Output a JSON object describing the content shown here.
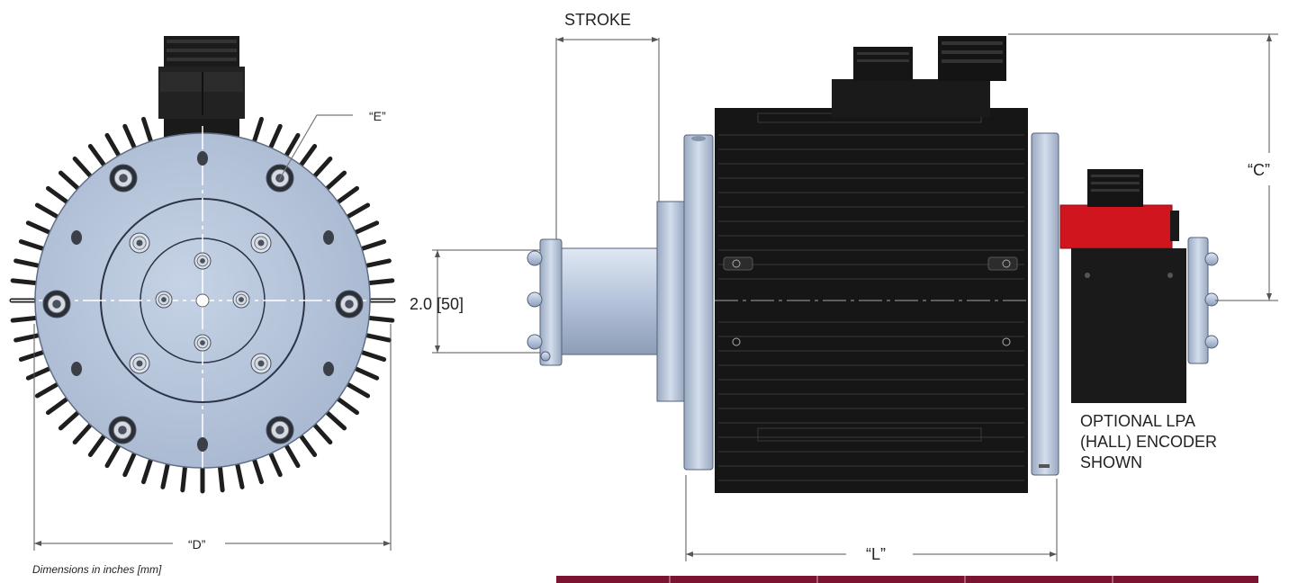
{
  "labels": {
    "stroke": "STROKE",
    "e": "“E”",
    "c": "“C”",
    "d": "“D”",
    "l": "“L”",
    "shaft_dim": "2.0 [50]"
  },
  "note_lines": [
    "OPTIONAL LPA",
    "(HALL) ENCODER",
    "SHOWN"
  ],
  "caption": "Dimensions in inches [mm]",
  "colors": {
    "plate": "#b7c6dd",
    "body": "#151515",
    "encoder_cap": "#d0151f",
    "table_bar": "#7a1430"
  }
}
